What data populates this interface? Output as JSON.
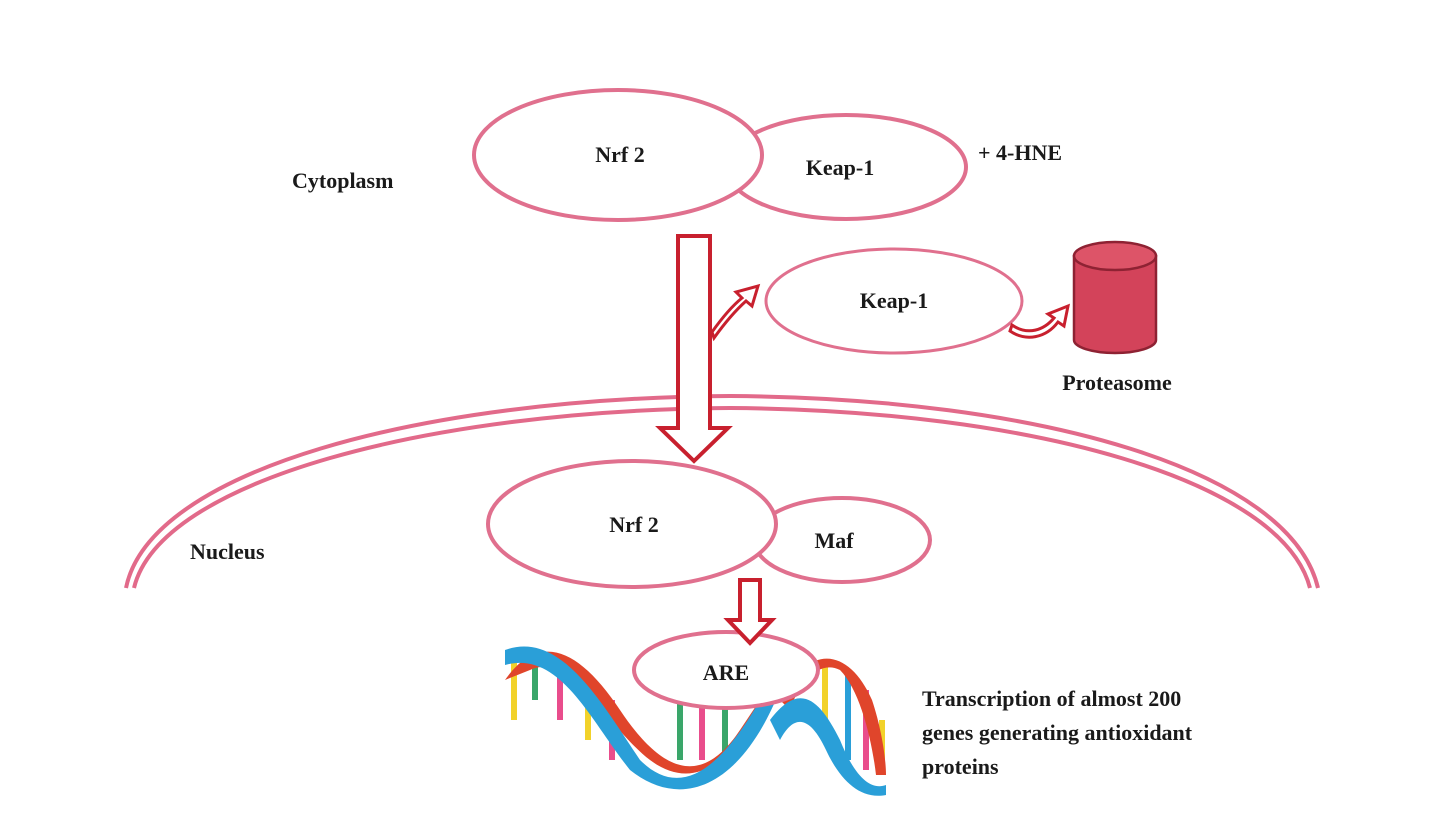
{
  "diagram": {
    "regions": {
      "cytoplasm": "Cytoplasm",
      "nucleus": "Nucleus"
    },
    "nodes": {
      "nrf2_cyto": "Nrf 2",
      "keap1_bound": "Keap-1",
      "hne": "+  4-HNE",
      "keap1_free": "Keap-1",
      "proteasome": "Proteasome",
      "nrf2_nuc": "Nrf 2",
      "maf": "Maf",
      "are": "ARE"
    },
    "outcome": {
      "lines": [
        "Transcription of almost 200",
        "genes generating antioxidant",
        "proteins"
      ]
    },
    "colors": {
      "ellipse_stroke": "#e0708e",
      "membrane": "#e26a8a",
      "arrow": "#c8202e",
      "proteasome": "#d3435a",
      "dna_blue": "#2a9fd8",
      "dna_red": "#e0452b"
    }
  }
}
